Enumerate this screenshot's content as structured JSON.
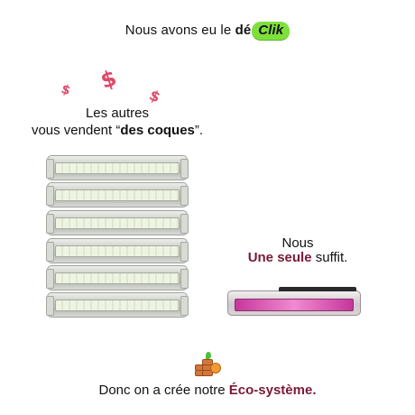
{
  "header": {
    "text": "Nous avons eu le ",
    "brand_de": "dé",
    "brand_clik": "Clik"
  },
  "left_caption": {
    "line1": "Les autres",
    "line2_prefix": "vous vendent “",
    "line2_bold": "des coques",
    "line2_suffix": "”."
  },
  "right_caption": {
    "line1": "Nous",
    "line2_bold": "Une seule",
    "line2_suffix": " suffit."
  },
  "footer": {
    "prefix": "Donc on a crée notre ",
    "eco": "Éco-système."
  },
  "symbols": {
    "dollar": "$"
  },
  "colors": {
    "brand_green": "#7fe03c",
    "accent": "#7a1a35",
    "dollar": "#e04868"
  }
}
